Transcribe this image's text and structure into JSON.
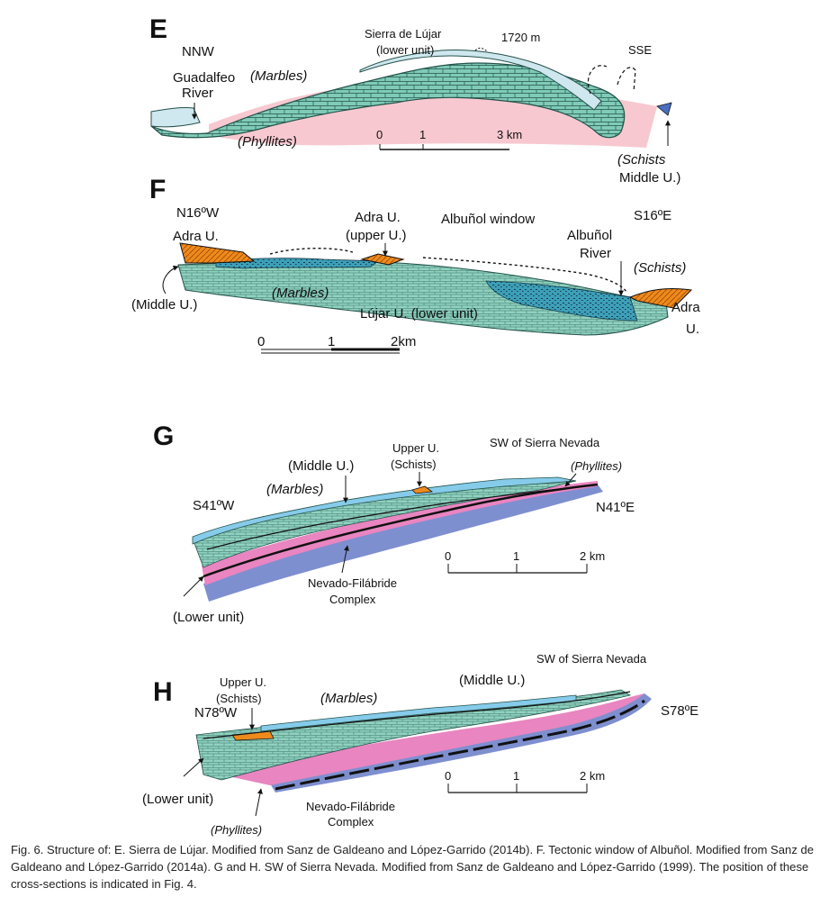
{
  "figure": {
    "panel_e": {
      "letter": "E",
      "nnw": "NNW",
      "river_1": "Guadalfeo",
      "river_2": "River",
      "marbles": "(Marbles)",
      "phyllites": "(Phyllites)",
      "sierra_1": "Sierra de Lújar",
      "sierra_2": "(lower unit)",
      "elev": "1720 m",
      "sse": "SSE",
      "schists_1": "(Schists",
      "schists_2": "Middle U.)",
      "scale": [
        "0",
        "1",
        "3 km"
      ]
    },
    "panel_f": {
      "letter": "F",
      "n16w": "N16ºW",
      "adra_left": "Adra U.",
      "adra_up_1": "Adra U.",
      "adra_up_2": "(upper U.)",
      "window": "Albuñol window",
      "s16e": "S16ºE",
      "albunol_1": "Albuñol",
      "albunol_2": "River",
      "schists": "(Schists)",
      "middle": "(Middle U.)",
      "marbles": "(Marbles)",
      "lujar": "Lújar U. (lower unit)",
      "adra_right_1": "Adra",
      "adra_right_2": "U.",
      "scale": [
        "0",
        "1",
        "2km"
      ]
    },
    "panel_g": {
      "letter": "G",
      "upper_1": "Upper U.",
      "upper_2": "(Schists)",
      "sw_nevada": "SW of Sierra Nevada",
      "middle": "(Middle U.)",
      "marbles": "(Marbles)",
      "phyllites": "(Phyllites)",
      "s41w": "S41ºW",
      "n41e": "N41ºE",
      "nevado_1": "Nevado-Filábride",
      "nevado_2": "Complex",
      "lower": "(Lower unit)",
      "scale": [
        "0",
        "1",
        "2 km"
      ]
    },
    "panel_h": {
      "letter": "H",
      "sw_nevada": "SW of Sierra Nevada",
      "middle": "(Middle U.)",
      "upper_1": "Upper U.",
      "upper_2": "(Schists)",
      "marbles": "(Marbles)",
      "n78w": "N78ºW",
      "s78e": "S78ºE",
      "lower": "(Lower unit)",
      "nevado_1": "Nevado-Filábride",
      "nevado_2": "Complex",
      "phyllites": "(Phyllites)",
      "scale": [
        "0",
        "1",
        "2 km"
      ]
    },
    "colors": {
      "marble_green": "#7fcbb8",
      "phyllite_pink": "#f7c8d0",
      "phyllite_magenta": "#e985c0",
      "upper_orange": "#ee8a1c",
      "schist_blue": "#3d9fb8",
      "light_blue": "#86cbea",
      "nevado_blue": "#7e8fd0",
      "pale_marble": "#cfe7ef"
    }
  },
  "caption": "Fig. 6. Structure of: E. Sierra de Lújar. Modified from Sanz de Galdeano and López-Garrido (2014b). F. Tectonic window of Albuñol. Modified from Sanz de Galdeano and López-Garrido (2014a). G and H. SW of Sierra Nevada. Modified from Sanz de Galdeano and López-Garrido (1999). The position of these cross-sections is indicated in Fig. 4."
}
